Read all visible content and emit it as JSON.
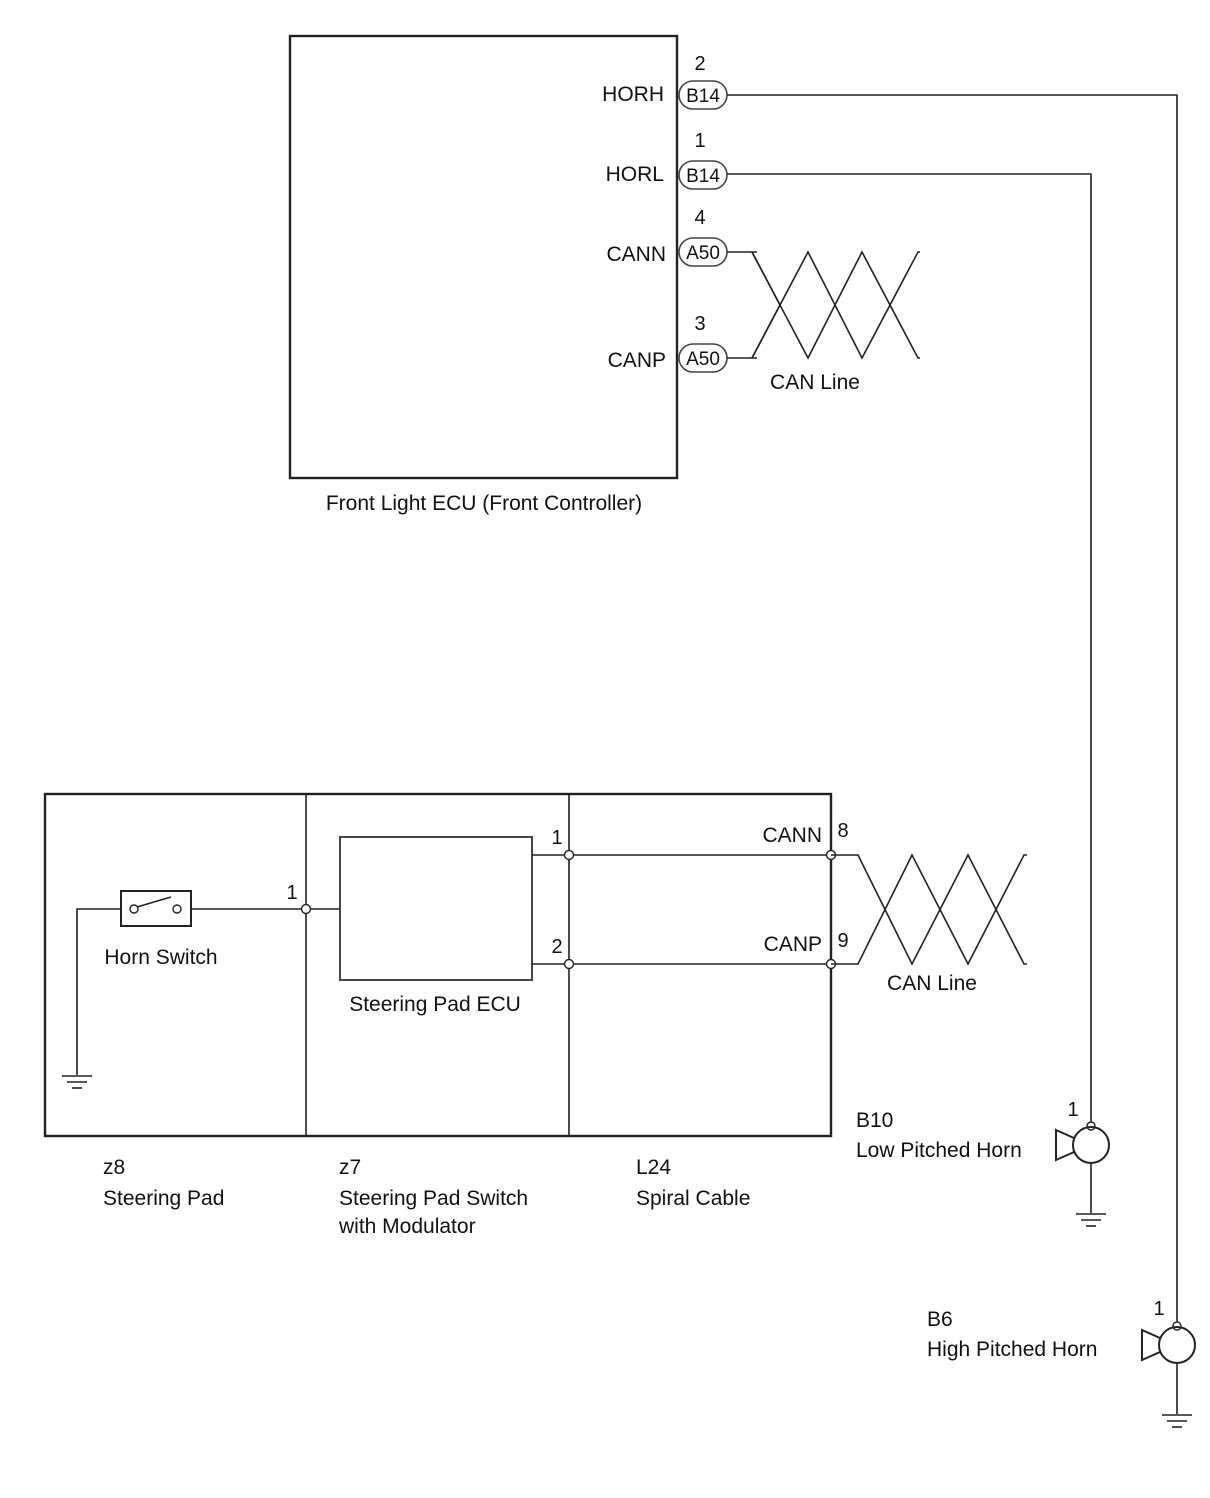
{
  "front_ecu": {
    "title": "Front Light ECU (Front Controller)",
    "terminals": [
      {
        "signal": "HORH",
        "pin": "2",
        "connector": "B14"
      },
      {
        "signal": "HORL",
        "pin": "1",
        "connector": "B14"
      },
      {
        "signal": "CANN",
        "pin": "4",
        "connector": "A50"
      },
      {
        "signal": "CANP",
        "pin": "3",
        "connector": "A50"
      }
    ],
    "can_label": "CAN Line"
  },
  "lower_assembly": {
    "horn_switch_label": "Horn Switch",
    "horn_switch_pin": "1",
    "steering_pad_ecu_label": "Steering Pad ECU",
    "ecu_pins": [
      "1",
      "2"
    ],
    "can_terminals": [
      {
        "signal": "CANN",
        "pin": "8"
      },
      {
        "signal": "CANP",
        "pin": "9"
      }
    ],
    "can_label": "CAN Line",
    "components": [
      {
        "code": "z8",
        "name": "Steering Pad"
      },
      {
        "code": "z7",
        "name": "Steering Pad Switch",
        "name2": "with Modulator"
      },
      {
        "code": "L24",
        "name": "Spiral Cable"
      }
    ]
  },
  "horns": [
    {
      "code": "B10",
      "name": "Low Pitched Horn",
      "pin": "1"
    },
    {
      "code": "B6",
      "name": "High Pitched Horn",
      "pin": "1"
    }
  ]
}
